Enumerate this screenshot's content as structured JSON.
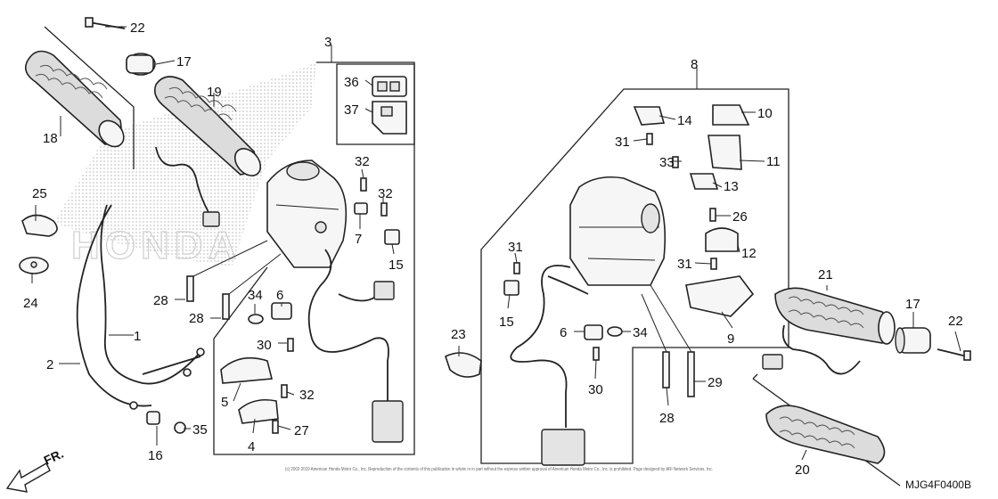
{
  "diagram_code": "MJG4F0400B",
  "direction_label": "FR.",
  "copyright": "(c) 2002-2019 American Honda Motor Co., Inc. Reproduction of the contents of this publication in whole or in part without the express written approval of American Honda Motor Co., Inc. is prohibited. Page designed by ARI Network Services, Inc.",
  "watermark": "HONDA",
  "callouts": {
    "c1": "1",
    "c2": "2",
    "c3": "3",
    "c4": "4",
    "c5": "5",
    "c6a": "6",
    "c6b": "6",
    "c7": "7",
    "c8": "8",
    "c9": "9",
    "c10": "10",
    "c11": "11",
    "c12": "12",
    "c13": "13",
    "c14": "14",
    "c15a": "15",
    "c15b": "15",
    "c16": "16",
    "c17a": "17",
    "c17b": "17",
    "c18": "18",
    "c19": "19",
    "c20": "20",
    "c21": "21",
    "c22a": "22",
    "c22b": "22",
    "c23": "23",
    "c24": "24",
    "c25": "25",
    "c26": "26",
    "c27": "27",
    "c28a": "28",
    "c28b": "28",
    "c28c": "28",
    "c29": "29",
    "c30a": "30",
    "c30b": "30",
    "c31a": "31",
    "c31b": "31",
    "c31c": "31",
    "c32a": "32",
    "c32b": "32",
    "c32c": "32",
    "c33": "33",
    "c34a": "34",
    "c34b": "34",
    "c35": "35",
    "c36": "36",
    "c37": "37"
  }
}
